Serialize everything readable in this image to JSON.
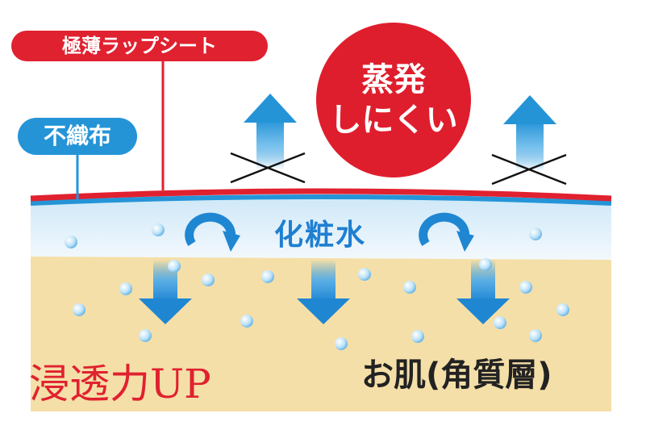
{
  "labels": {
    "wrap_sheet": "極薄ラップシート",
    "nonwoven": "不織布",
    "evaporation_line1": "蒸発",
    "evaporation_line2": "しにくい",
    "lotion": "化粧水",
    "skin": "お肌(角質層)",
    "penetration": "浸透力UP"
  },
  "colors": {
    "red": "#e0212f",
    "blue": "#2594d7",
    "skin": "#f5dfa8",
    "lotion_layer": "#dff0fa"
  },
  "icons": [
    "up-arrow-icon",
    "cross-icon",
    "circular-arrow-icon",
    "down-arrow-icon",
    "droplet-icon"
  ]
}
